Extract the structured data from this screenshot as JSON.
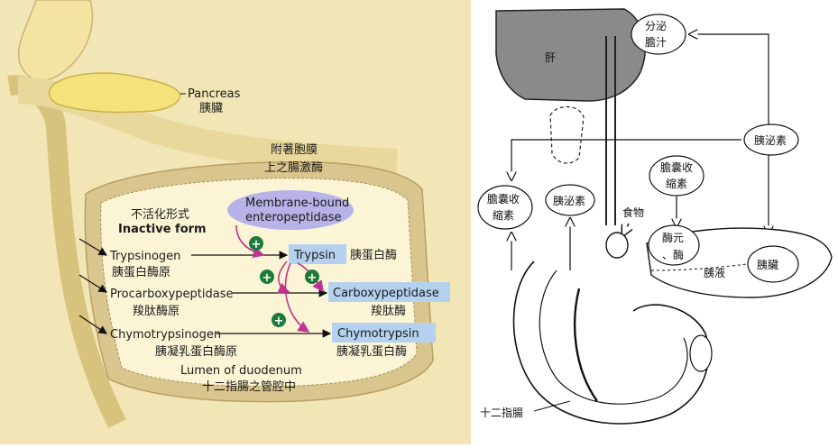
{
  "left_diagram": {
    "pancreas": {
      "en": "Pancreas",
      "zh": "胰臟"
    },
    "membrane_zh_1": "附著胞膜",
    "membrane_zh_2": "上之腸激酶",
    "membrane_en_1": "Membrane-bound",
    "membrane_en_2": "enteropeptidase",
    "inactive_zh": "不活化形式",
    "inactive_en": "Inactive form",
    "trypsinogen": {
      "en": "Trypsinogen",
      "zh": "胰蛋白酶原"
    },
    "procarboxypeptidase": {
      "en": "Procarboxypeptidase",
      "zh": "羧肽酶原"
    },
    "chymotrypsinogen": {
      "en": "Chymotrypsinogen",
      "zh": "胰凝乳蛋白酶原"
    },
    "trypsin": {
      "en": "Trypsin",
      "zh": "胰蛋白酶"
    },
    "carboxypeptidase": {
      "en": "Carboxypeptidase",
      "zh": "羧肽酶"
    },
    "chymotrypsin": {
      "en": "Chymotrypsin",
      "zh": "胰凝乳蛋白酶"
    },
    "lumen": {
      "en": "Lumen of duodenum",
      "zh": "十二指腸之管腔中"
    },
    "plus_sign": "+"
  },
  "right_diagram": {
    "liver": "肝",
    "bile_secretion_1": "分泌",
    "bile_secretion_2": "膽汁",
    "secretin_right": "胰泌素",
    "cck_mid_1": "膽囊收",
    "cck_mid_2": "縮素",
    "cck_left_1": "膽囊收",
    "cck_left_2": "縮素",
    "secretin_left": "胰泌素",
    "food": "食物",
    "zymogen_1": "酶元",
    "zymogen_2": "、酶",
    "pancreatic_juice": "胰液",
    "pancreas": "胰臟",
    "duodenum": "十二指腸"
  },
  "colors": {
    "beige": "#f2e6b6",
    "tan_wall": "#d9c58e",
    "lumen_fill": "#fbf5d6",
    "pancreas_yellow": "#f4e37a",
    "membrane_purple": "#b7b3e8",
    "label_blue": "#b4d2ef",
    "plus_green": "#1f7a3a",
    "arrow_magenta": "#c0338f"
  }
}
